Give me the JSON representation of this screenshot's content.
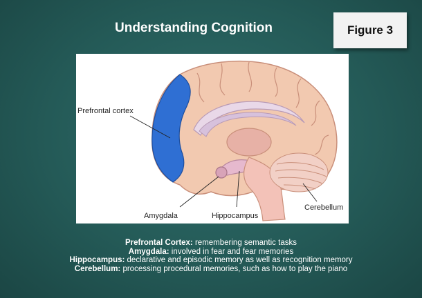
{
  "slide": {
    "title": "Understanding Cognition",
    "figure_label": "Figure 3"
  },
  "diagram": {
    "labels": {
      "prefrontal": "Prefrontal cortex",
      "amygdala": "Amygdala",
      "hippocampus": "Hippocampus",
      "cerebellum": "Cerebellum"
    },
    "colors": {
      "prefrontal": "#2f6fd3",
      "brain": "#f2c9b0",
      "brain_outline": "#c98f7a"
    }
  },
  "caption": [
    {
      "term": "Prefrontal Cortex:",
      "desc": " remembering semantic tasks"
    },
    {
      "term": "Amygdala:",
      "desc": " involved in fear and fear memories"
    },
    {
      "term": "Hippocampus:",
      "desc": " declarative and episodic memory as well as recognition memory"
    },
    {
      "term": "Cerebellum:",
      "desc": " processing procedural memories, such as how to play the piano"
    }
  ]
}
